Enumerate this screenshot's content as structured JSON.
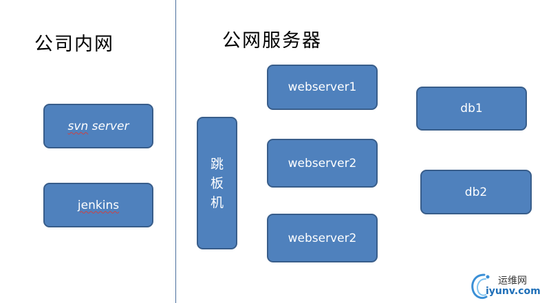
{
  "titles": {
    "intranet": "公司内网",
    "public": "公网服务器"
  },
  "intranet_boxes": {
    "svn_part1": "svn",
    "svn_part2": " server",
    "jenkins": "jenkins"
  },
  "jump_host": {
    "chars": [
      "跳",
      "板",
      "机"
    ]
  },
  "web_servers": [
    "webserver1",
    "webserver2",
    "webserver2"
  ],
  "databases": [
    "db1",
    "db2"
  ],
  "watermark": {
    "top": "运维网",
    "bottom": "iyunv.com"
  },
  "colors": {
    "box_fill": "#4f81bd",
    "box_border": "#385d8a",
    "divider": "#4a6f9c"
  }
}
